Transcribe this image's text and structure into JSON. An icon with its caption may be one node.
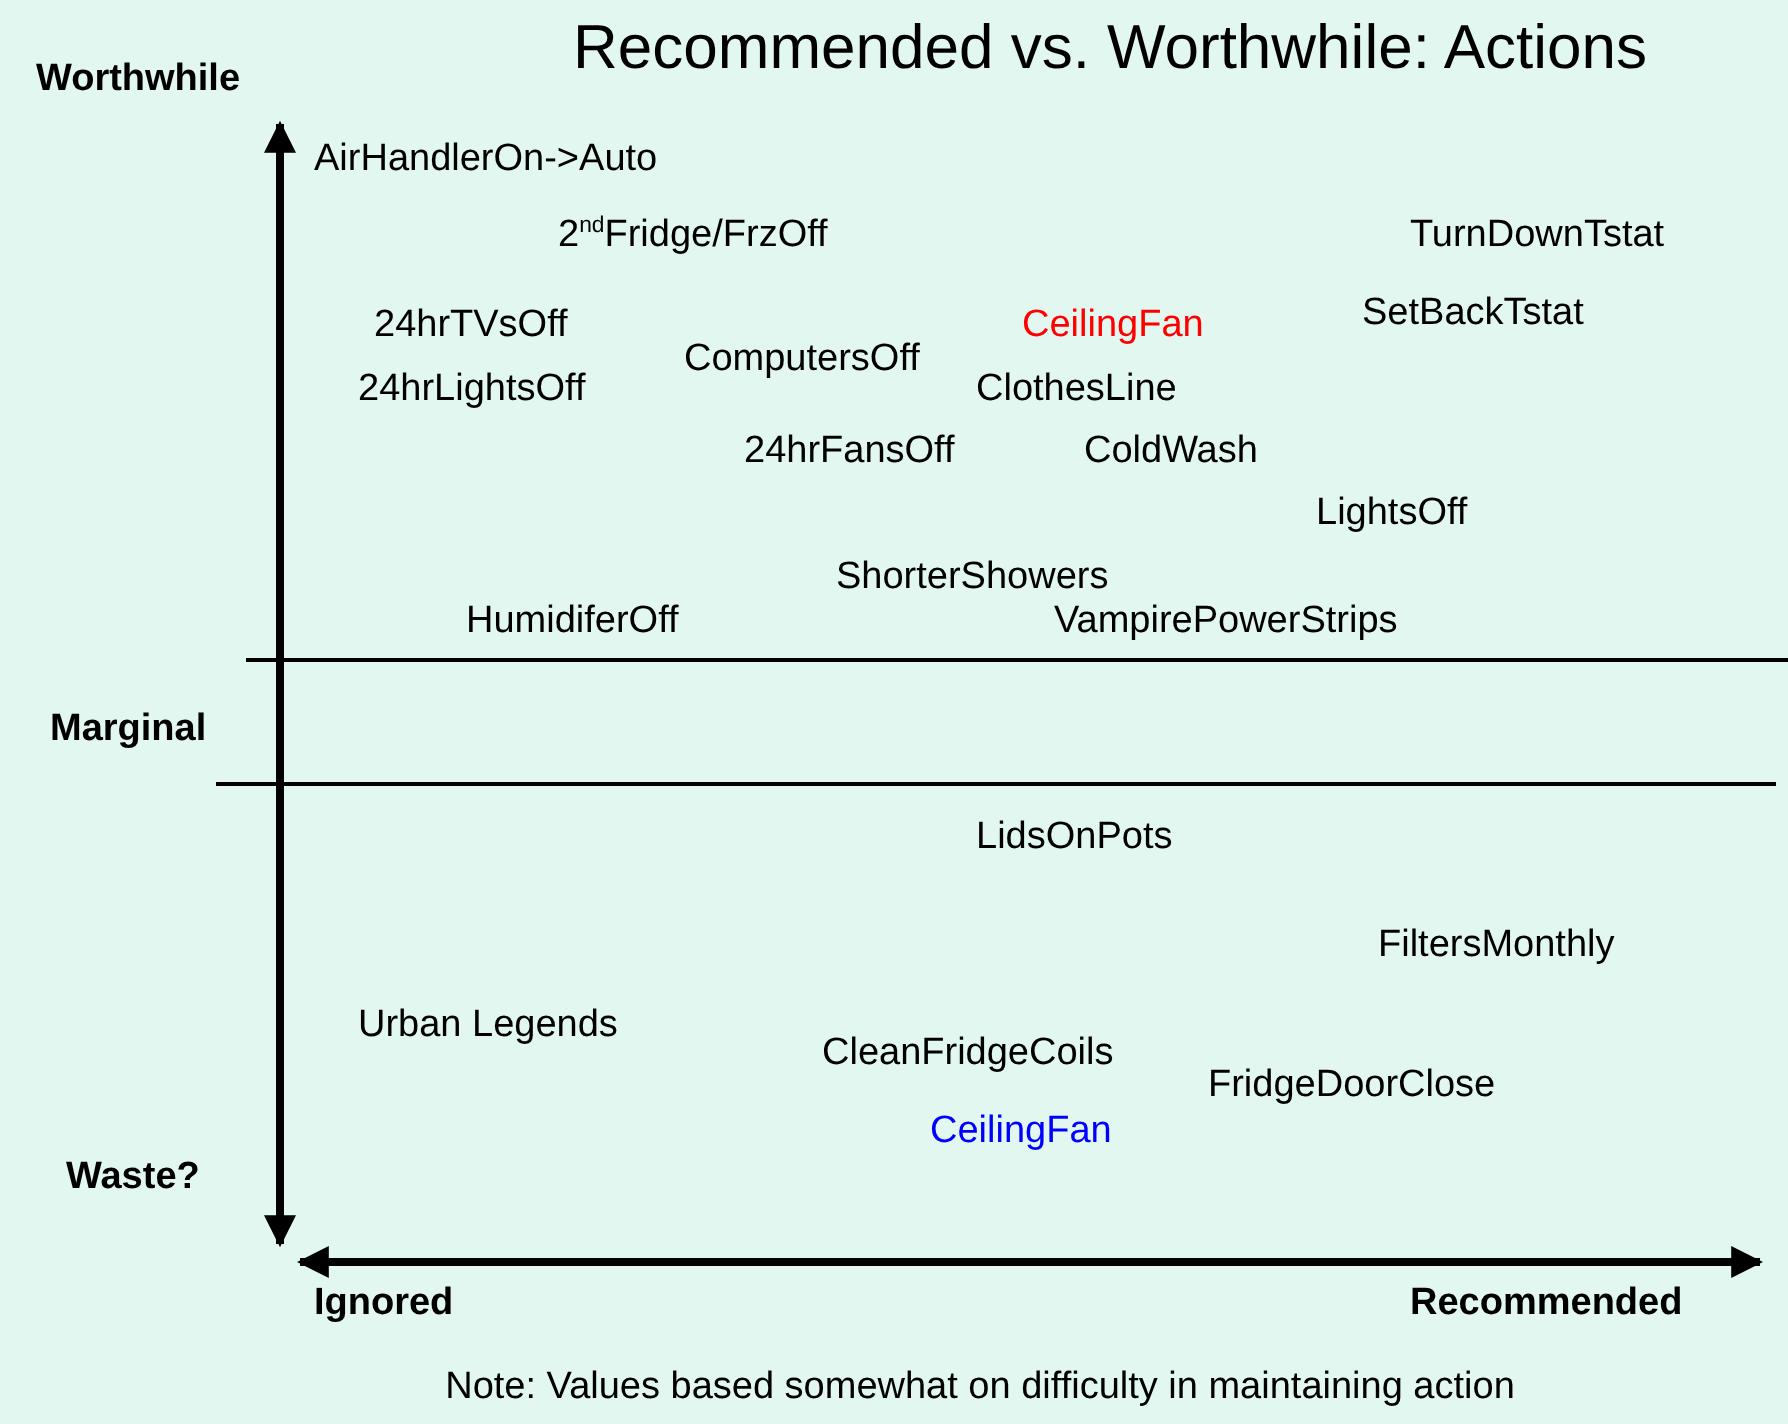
{
  "diagram": {
    "title": "Recommended vs. Worthwhile: Actions",
    "caption": "Note: Values based somewhat on difficulty in maintaining action",
    "labels": [
      "Worthwhile",
      "AirHandlerOn->Auto",
      "2$^{nd}$Fridge/FrzOff",
      "TurnDownTstat",
      "24hrTVsOff",
      "CeilingFan",
      "SetBackTstat",
      "ComputersOff",
      "24hrLightsOff",
      "ClothesLine",
      "24hrFansOff",
      "ColdWash",
      "LightsOff",
      "ShorterShowers",
      "HumidiferOff",
      "VampirePowerStrips",
      "Marginal",
      "LidsOnPots",
      "FiltersMonthly",
      "Urban Legends",
      "CleanFridgeCoils",
      "FridgeDoorClose",
      "CeilingFan",
      "Waste?",
      "Ignored",
      "Recommended"
    ]
  }
}
